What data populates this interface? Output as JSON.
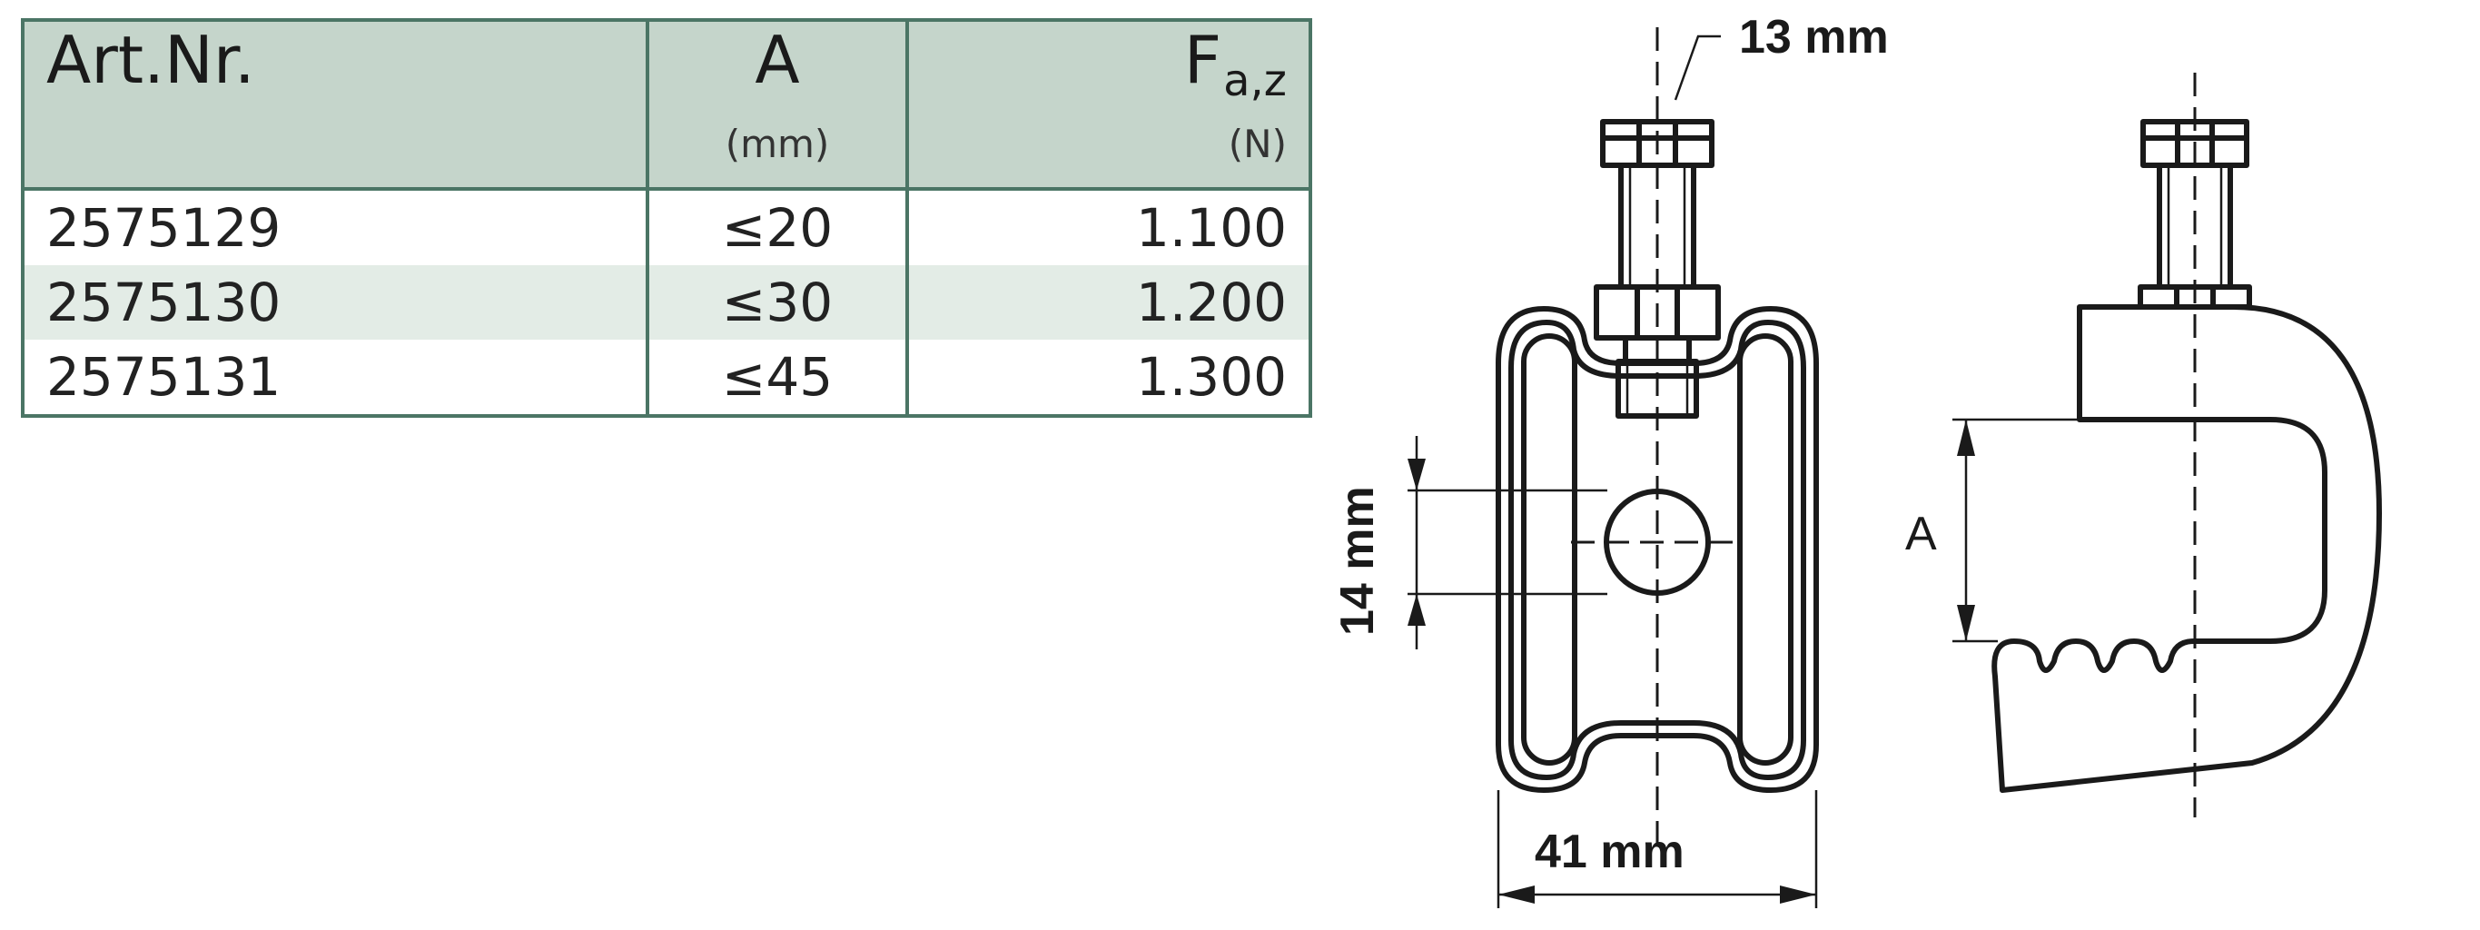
{
  "table": {
    "headers": {
      "art_nr": "Art.Nr.",
      "a": "A",
      "f_main": "F",
      "f_sub": "a,z",
      "a_unit": "(mm)",
      "f_unit": "(N)"
    },
    "rows": [
      {
        "art_nr": "2575129",
        "a": "≤20",
        "f": "1.100"
      },
      {
        "art_nr": "2575130",
        "a": "≤30",
        "f": "1.200"
      },
      {
        "art_nr": "2575131",
        "a": "≤45",
        "f": "1.300"
      }
    ]
  },
  "drawing": {
    "bolt_label": "13 mm",
    "hole_label": "14 mm",
    "width_label": "41 mm",
    "opening_label": "A"
  },
  "colors": {
    "table_border": "#4b7565",
    "header_bg": "#c5d5cb",
    "alt_row_bg": "#e3ece6"
  }
}
